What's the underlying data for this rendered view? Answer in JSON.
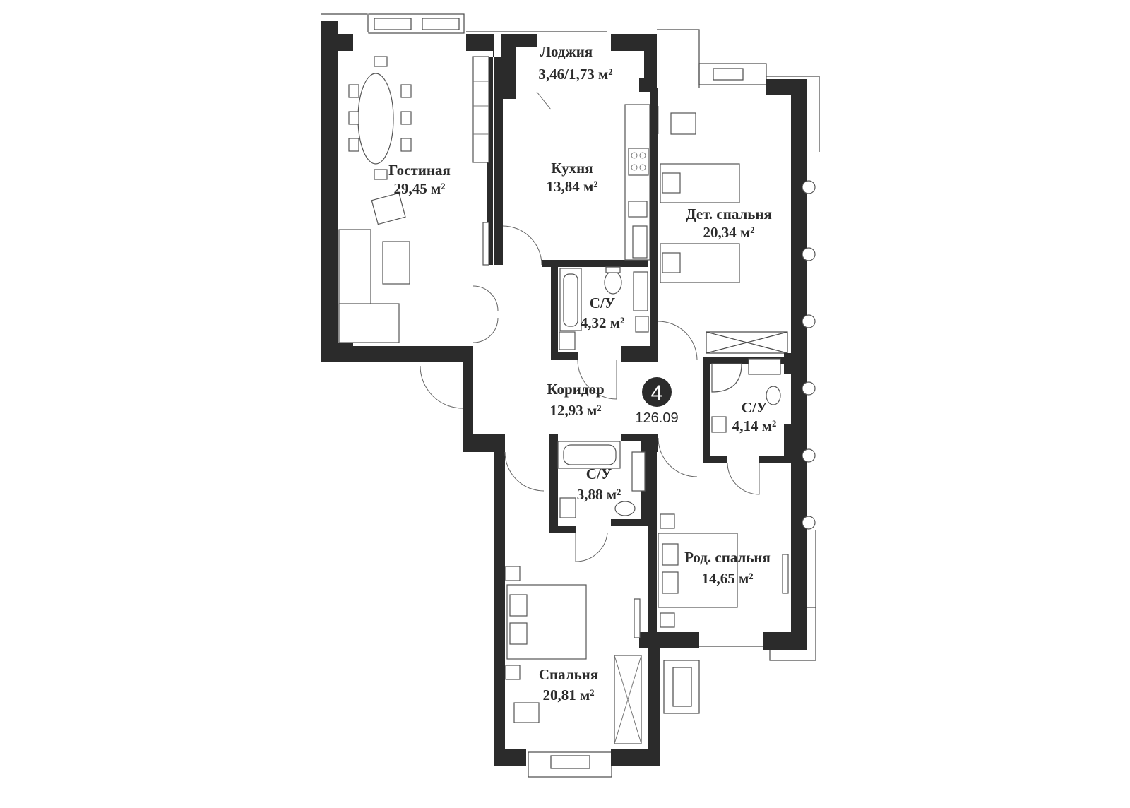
{
  "plan": {
    "apartment_number": "4",
    "total_area": "126.09",
    "rooms": [
      {
        "id": "loggia",
        "name": "Лоджия",
        "area": "3,46/1,73 м²"
      },
      {
        "id": "living",
        "name": "Гостиная",
        "area": "29,45 м²"
      },
      {
        "id": "kitchen",
        "name": "Кухня",
        "area": "13,84 м²"
      },
      {
        "id": "kids-bedroom",
        "name": "Дет. спальня",
        "area": "20,34 м²"
      },
      {
        "id": "bath-1",
        "name": "С/У",
        "area": "4,32 м²"
      },
      {
        "id": "corridor",
        "name": "Коридор",
        "area": "12,93 м²"
      },
      {
        "id": "bath-2",
        "name": "С/У",
        "area": "4,14 м²"
      },
      {
        "id": "bath-3",
        "name": "С/У",
        "area": "3,88 м²"
      },
      {
        "id": "parents-bedroom",
        "name": "Род. спальня",
        "area": "14,65 м²"
      },
      {
        "id": "bedroom",
        "name": "Спальня",
        "area": "20,81 м²"
      }
    ]
  },
  "colors": {
    "wall": "#2b2b2b",
    "badge": "#2b2b2b",
    "background": "#ffffff"
  }
}
